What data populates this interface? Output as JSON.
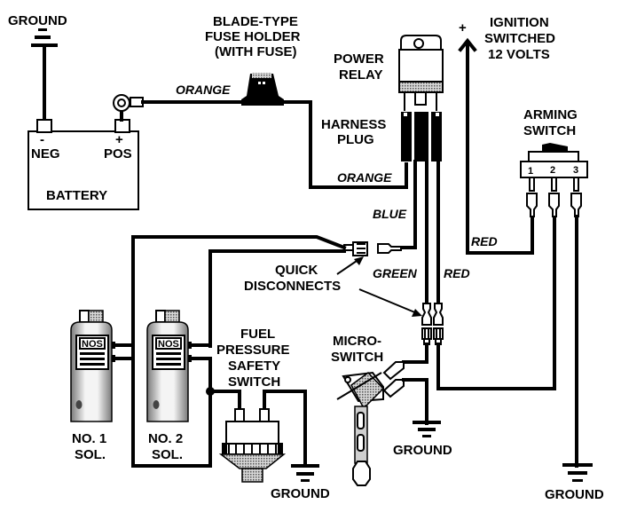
{
  "diagram": {
    "title": "NOS Nitrous Wiring Diagram",
    "colors": {
      "ink": "#000000",
      "paper": "#ffffff",
      "shade": "#9a9a9a"
    },
    "labels": {
      "ground_top_left": "GROUND",
      "fuse_line1": "BLADE-TYPE",
      "fuse_line2": "FUSE HOLDER",
      "fuse_line3": "(WITH FUSE)",
      "relay_line1": "POWER",
      "relay_line2": "RELAY",
      "harness_line1": "HARNESS",
      "harness_line2": "PLUG",
      "ignition_plus": "+",
      "ignition_line1": "IGNITION",
      "ignition_line2": "SWITCHED",
      "ignition_line3": "12 VOLTS",
      "arming_line1": "ARMING",
      "arming_line2": "SWITCH",
      "battery_neg_sign": "-",
      "battery_neg": "NEG",
      "battery_pos_sign": "+",
      "battery_pos": "POS",
      "battery": "BATTERY",
      "qd_line1": "QUICK",
      "qd_line2": "DISCONNECTS",
      "fuel_line1": "FUEL",
      "fuel_line2": "PRESSURE",
      "fuel_line3": "SAFETY",
      "fuel_line4": "SWITCH",
      "micro_line1": "MICRO-",
      "micro_line2": "SWITCH",
      "sol1_line1": "NO. 1",
      "sol1_line2": "SOL.",
      "sol2_line1": "NO. 2",
      "sol2_line2": "SOL.",
      "ground_fuel": "GROUND",
      "ground_micro": "GROUND",
      "ground_arming": "GROUND",
      "nos_badge": "NOS"
    },
    "wires": {
      "orange_top": "ORANGE",
      "orange_bottom": "ORANGE",
      "blue": "BLUE",
      "green": "GREEN",
      "red_mid": "RED",
      "red_arming": "RED"
    },
    "arming_terminals": [
      "1",
      "2",
      "3"
    ]
  }
}
